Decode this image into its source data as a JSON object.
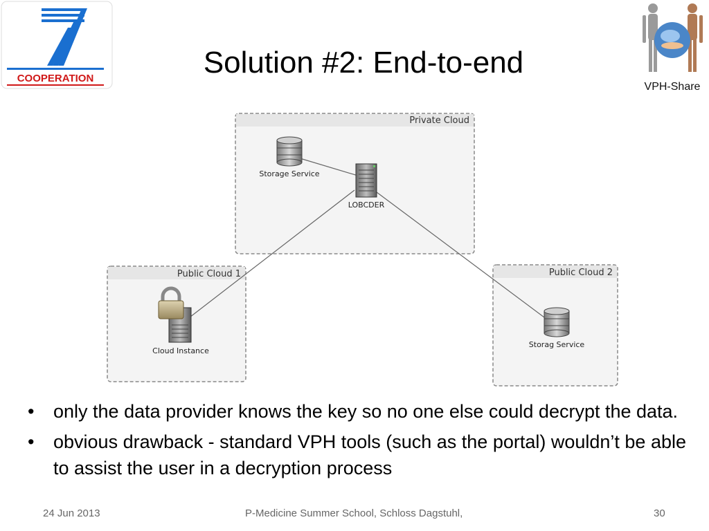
{
  "slide": {
    "title": "Solution #2: End-to-end",
    "logo_left_text": "COOPERATION",
    "logo_right_text": "VPH-Share"
  },
  "diagram": {
    "private_cloud": {
      "label": "Private Cloud",
      "storage_label": "Storage Service",
      "server_label": "LOBCDER"
    },
    "public_cloud_1": {
      "label": "Public Cloud 1",
      "instance_label": "Cloud Instance"
    },
    "public_cloud_2": {
      "label": "Public Cloud 2",
      "storage_label": "Storag Service"
    }
  },
  "bullets": [
    "only the data provider knows the key so no one else could decrypt the data.",
    "obvious drawback - standard VPH tools (such as the portal) wouldn’t be able to assist the user in a decryption process"
  ],
  "footer": {
    "date": "24 Jun 2013",
    "center": "P-Medicine Summer School, Schloss Dagstuhl,",
    "page": "30"
  },
  "colors": {
    "logo_blue": "#1a6fd0",
    "logo_red": "#d01818",
    "panel_border": "#888888",
    "panel_header": "#e6e6e6"
  }
}
